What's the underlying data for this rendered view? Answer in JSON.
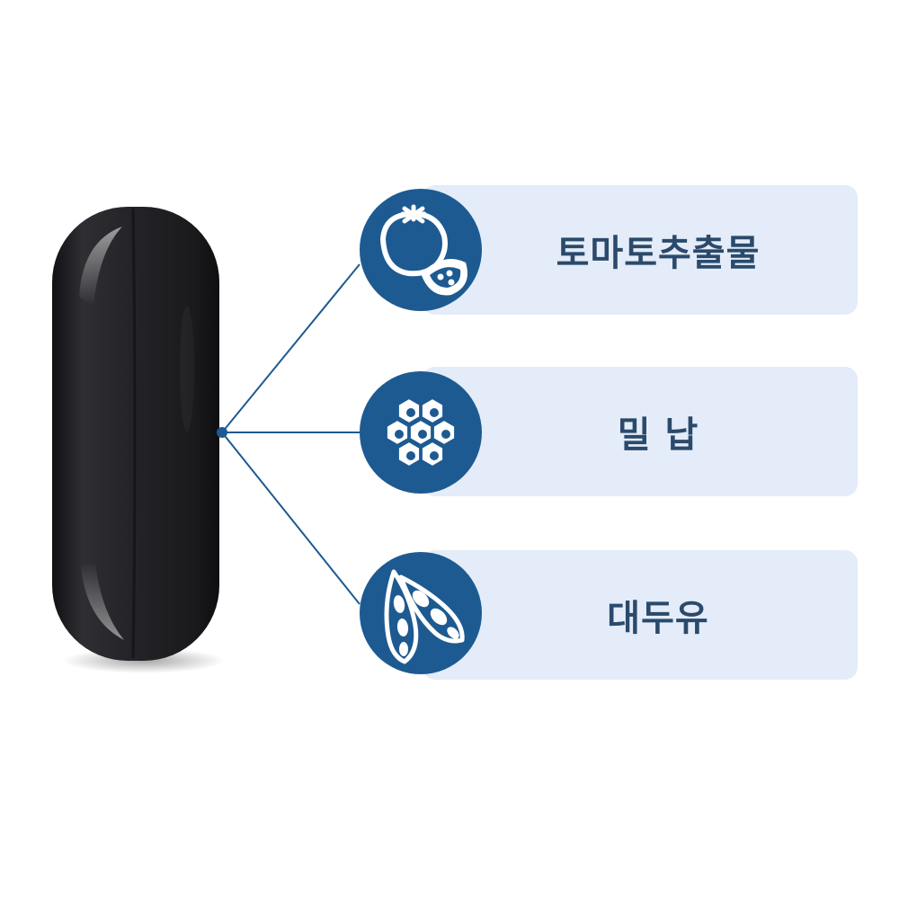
{
  "colors": {
    "accent": "#1d5a91",
    "panel": "#e3ecf8",
    "label": "#2b4a6b",
    "capsule": "#242428"
  },
  "ingredients": [
    {
      "label": "토마토추출물",
      "icon": "tomato-icon"
    },
    {
      "label": "밀 납",
      "icon": "beeswax-icon"
    },
    {
      "label": "대두유",
      "icon": "soybean-icon"
    }
  ]
}
